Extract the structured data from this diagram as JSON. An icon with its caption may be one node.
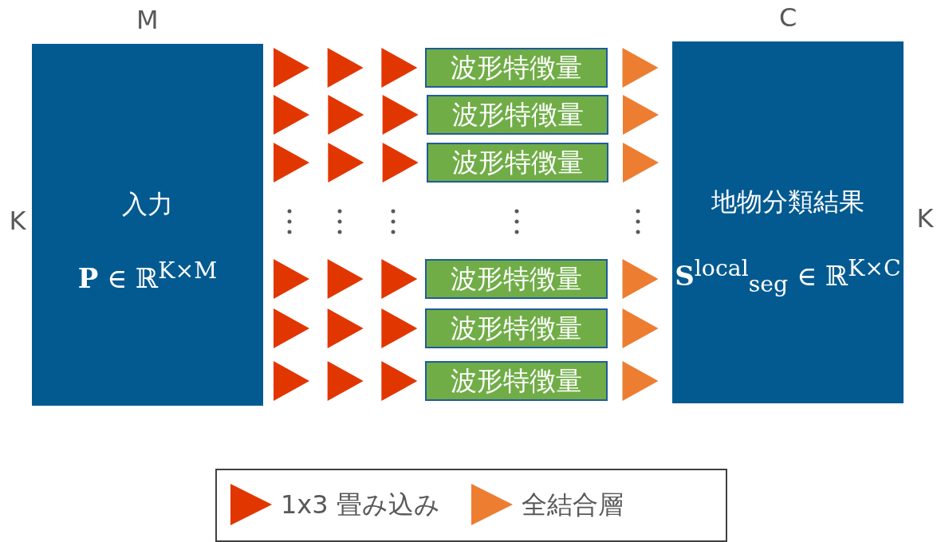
{
  "diagram": {
    "nodes": [
      {
        "text": [
          "入力",
          "**P** ∈ ℝ$^{K×M}$"
        ],
        "beside": [
          "M",
          "K"
        ]
      },
      {
        "text": [
          "波形特徴量"
        ]
      },
      {
        "text": [
          "波形特徴量"
        ]
      },
      {
        "text": [
          "波形特徴量"
        ]
      },
      {
        "text": [
          "波形特徴量"
        ]
      },
      {
        "text": [
          "波形特徴量"
        ]
      },
      {
        "text": [
          "波形特徴量"
        ]
      },
      {
        "text": [
          "地物分類結果",
          "**S**$^{local}$$_{seg}$ ∈ ℝ$^{K×C}$"
        ],
        "beside": [
          "C",
          "K"
        ]
      }
    ],
    "edges": [
      {
        "from": 0,
        "to": 1,
        "arrow": "to",
        "color": "#e23600"
      },
      {
        "from": 0,
        "to": 2,
        "arrow": "to",
        "color": "#e23600"
      },
      {
        "from": 0,
        "to": 3,
        "arrow": "to",
        "color": "#e23600"
      },
      {
        "from": 0,
        "to": 4,
        "arrow": "to",
        "color": "#e23600"
      },
      {
        "from": 0,
        "to": 5,
        "arrow": "to",
        "color": "#e23600"
      },
      {
        "from": 0,
        "to": 6,
        "arrow": "to",
        "color": "#e23600"
      },
      {
        "from": 1,
        "to": 7,
        "arrow": "to",
        "color": "#ed7d31"
      },
      {
        "from": 2,
        "to": 7,
        "arrow": "to",
        "color": "#ed7d31"
      },
      {
        "from": 3,
        "to": 7,
        "arrow": "to",
        "color": "#ed7d31"
      },
      {
        "from": 4,
        "to": 7,
        "arrow": "to",
        "color": "#ed7d31"
      },
      {
        "from": 5,
        "to": 7,
        "arrow": "to",
        "color": "#ed7d31"
      },
      {
        "from": 6,
        "to": 7,
        "arrow": "to",
        "color": "#ed7d31"
      }
    ],
    "legend": [
      {
        "text": "1x3 畳み込み"
      },
      {
        "text": "全結合層"
      }
    ]
  }
}
